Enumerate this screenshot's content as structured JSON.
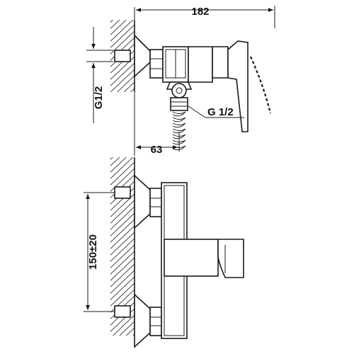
{
  "dimensions": {
    "overall_width": "182",
    "wall_projection": "63",
    "inlet_thread": "G1/2",
    "outlet_thread": "G 1/2",
    "inlet_spacing": "150±20"
  }
}
